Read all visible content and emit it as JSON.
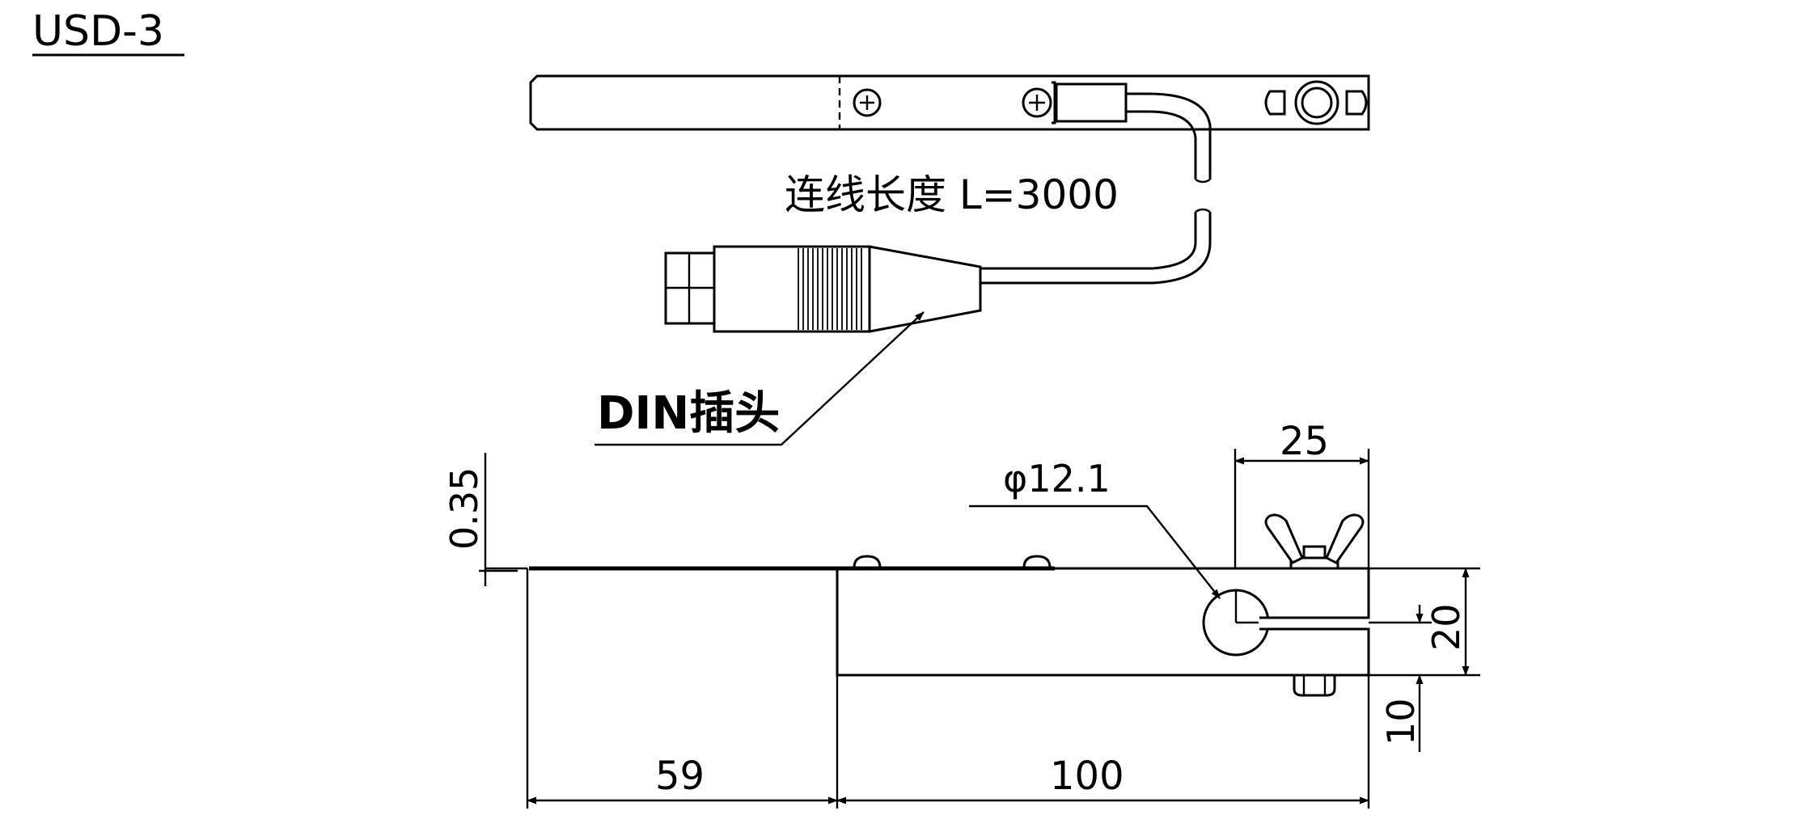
{
  "model": "USD-3",
  "labels": {
    "cable_length": "连线长度 L=3000",
    "connector": "DIN插头",
    "hole_diameter": "φ12.1"
  },
  "dimensions": {
    "thickness": "0.35",
    "left_length": "59",
    "main_length": "100",
    "clamp_width": "25",
    "height": "20",
    "slot_offset": "10"
  }
}
